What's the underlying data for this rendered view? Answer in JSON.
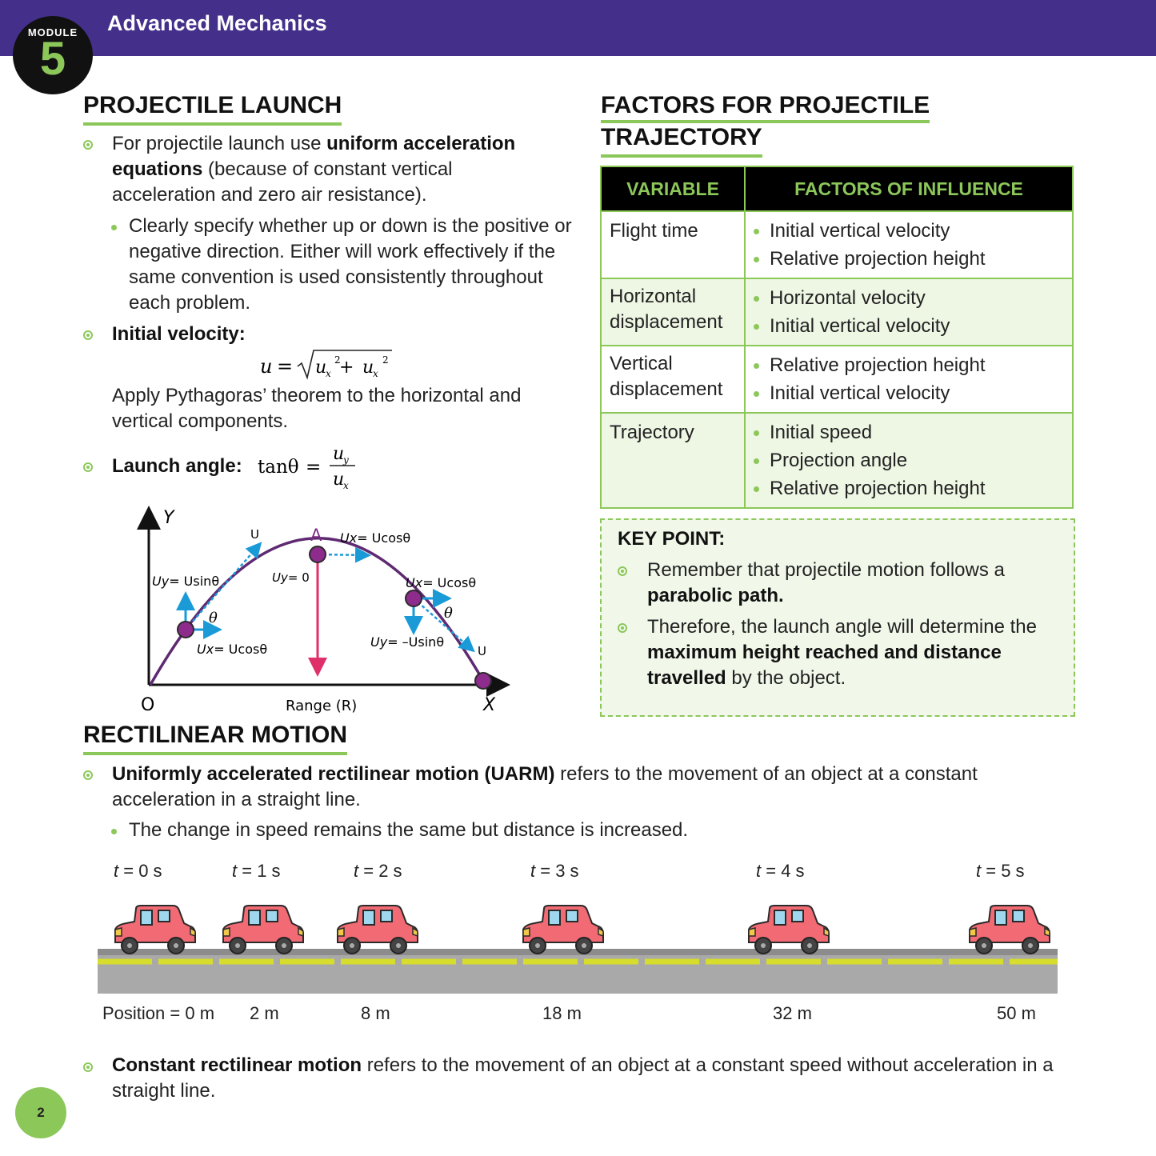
{
  "header": {
    "module_label": "MODULE",
    "module_number": "5",
    "title": "Advanced Mechanics"
  },
  "projectile": {
    "title": "PROJECTILE LAUNCH",
    "b1_pre": "For projectile launch use ",
    "b1_bold": "uniform acceleration equations",
    "b1_post": " (because of constant vertical acceleration and zero air resistance).",
    "sub1": "Clearly specify whether up or down is the positive or negative direction. Either will work effectively if the same convention is used consistently throughout each problem.",
    "b2": "Initial velocity:",
    "b2_text": "Apply Pythagoras’ theorem to the horizontal and vertical components.",
    "b3": "Launch angle:",
    "formula_u": "u",
    "formula_ux": "u",
    "formula_sub_x": "x",
    "formula_sq": "2",
    "formula_tan": "tanθ",
    "formula_uy": "u",
    "formula_sub_y": "y"
  },
  "diagram": {
    "y_axis": "Y",
    "x_axis": "X",
    "origin": "O",
    "range": "Range (R)",
    "apex": "A",
    "u1": "U",
    "u2": "U",
    "uy1": "Uy",
    "uy1_val": "= Usinθ",
    "ux1": "Ux",
    "ux1_val": "= Ucosθ",
    "theta": "θ",
    "uy0": "Uy",
    "uy0_val": "= 0",
    "uxa": "Ux",
    "uxa_val": "= Ucosθ",
    "uxd": "Ux",
    "uxd_val": "= Ucosθ",
    "uyd": "Uy",
    "uyd_val": "= –Usinθ"
  },
  "factors": {
    "title_line1": "FACTORS FOR PROJECTILE",
    "title_line2": "TRAJECTORY",
    "headers": [
      "VARIABLE",
      "FACTORS OF INFLUENCE"
    ],
    "rows": [
      {
        "variable": "Flight time",
        "factors": [
          "Initial vertical velocity",
          "Relative projection height"
        ]
      },
      {
        "variable": "Horizontal displacement",
        "factors": [
          "Horizontal velocity",
          "Initial vertical velocity"
        ]
      },
      {
        "variable": "Vertical displacement",
        "factors": [
          "Relative projection height",
          "Initial vertical velocity"
        ]
      },
      {
        "variable": "Trajectory",
        "factors": [
          "Initial speed",
          "Projection angle",
          "Relative projection height"
        ]
      }
    ]
  },
  "keypoint": {
    "title": "KEY POINT:",
    "p1_pre": "Remember that projectile motion follows a ",
    "p1_bold": "parabolic path.",
    "p2_pre": "Therefore, the launch angle will determine the ",
    "p2_bold1": "maximum height reached and distance travelled",
    "p2_post": " by the object."
  },
  "rectilinear": {
    "title": "RECTILINEAR MOTION",
    "b1_bold": "Uniformly accelerated rectilinear motion (UARM)",
    "b1_post": " refers to the movement of an object at a constant acceleration in a straight line.",
    "sub1": "The change in speed remains the same but distance is increased.",
    "b2_bold": "Constant rectilinear motion",
    "b2_post": " refers to the movement of an object at a constant speed without acceleration in a straight line."
  },
  "timeline": {
    "t_symbol": "t",
    "times": [
      "= 0 s",
      "= 1 s",
      "= 2 s",
      "= 3 s",
      "= 4 s",
      "= 5 s"
    ],
    "positions": [
      "Position = 0 m",
      "2 m",
      "8 m",
      "18 m",
      "32 m",
      "50 m"
    ]
  },
  "colors": {
    "header": "#44308a",
    "accent": "#8cc75a",
    "curve": "#5e2a72",
    "arrow": "#1a9bd7",
    "gravity": "#e0306a",
    "car": "#f26b74"
  },
  "page_number": "2"
}
